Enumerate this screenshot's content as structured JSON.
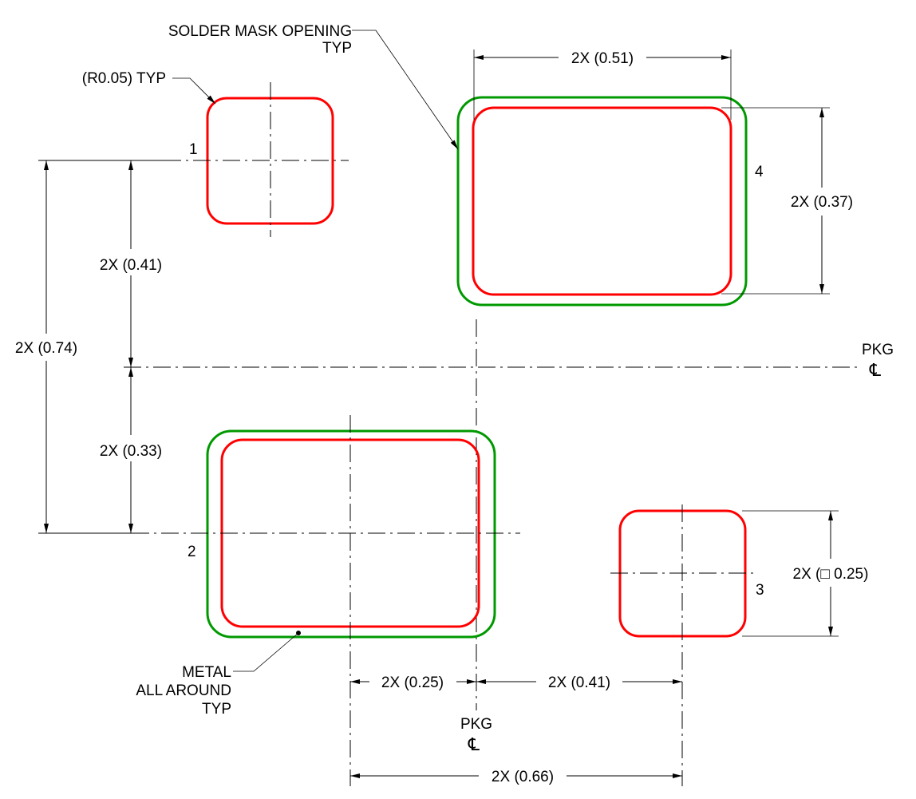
{
  "colors": {
    "metal_pad": "#ff0000",
    "solder_mask": "#009900",
    "line": "#000000",
    "background": "#ffffff"
  },
  "notes": {
    "solder_mask_line1": "SOLDER MASK OPENING",
    "solder_mask_line2": "TYP",
    "radius": "(R0.05) TYP",
    "metal_line1": "METAL",
    "metal_line2": "ALL AROUND",
    "metal_line3": "TYP"
  },
  "pins": {
    "pin1": "1",
    "pin2": "2",
    "pin3": "3",
    "pin4": "4"
  },
  "dimensions": {
    "pad4_width": "2X (0.51)",
    "pad4_height": "2X (0.37)",
    "pad1_to_center": "2X (0.41)",
    "pad1_to_pad2": "2X (0.74)",
    "center_to_pad2": "2X (0.33)",
    "pad3_square": "2X (□ 0.25)",
    "pad2_to_center_x": "2X (0.25)",
    "center_to_pad3_x": "2X (0.41)",
    "pad2_to_pad3_x": "2X (0.66)"
  },
  "centerlines": {
    "horizontal_label": "PKG",
    "vertical_label": "PKG",
    "symbol": "℄"
  }
}
